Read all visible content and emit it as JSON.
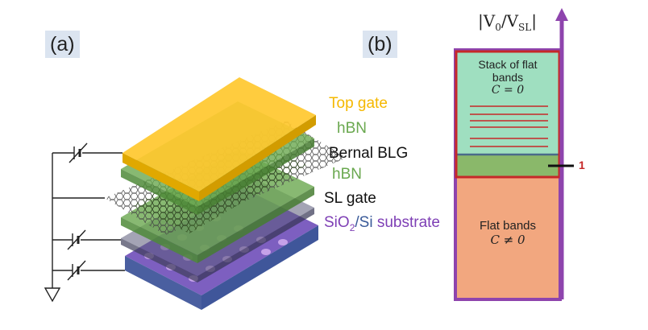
{
  "panel_a": {
    "tag": "(a)",
    "layers": {
      "top_gate": "Top gate",
      "hbn_upper": "hBN",
      "bernal_blg": "Bernal BLG",
      "hbn_lower": "hBN",
      "sl_gate": "SL gate",
      "substrate_sio": "SiO",
      "substrate_sub": "2",
      "substrate_slash": "/",
      "substrate_si": "Si",
      "substrate_rest": " substrate"
    }
  },
  "panel_b": {
    "tag": "(b)",
    "axis_label_v": "|V",
    "axis_label_0": "0",
    "axis_label_slash": "/V",
    "axis_label_sl": "SL",
    "axis_label_end": "|",
    "stack_line1": "Stack of  flat",
    "stack_line2": "bands",
    "stack_chern": "C = 0",
    "flat_line1": "Flat bands",
    "flat_chern": "C ≠ 0",
    "tick_value": "1"
  },
  "colors": {
    "top_gate": "#f5b800",
    "hbn": "#6aa84f",
    "substrate": "#7e3fb5",
    "stack_fill": "#9fdfc0",
    "flat_fill": "#f2a77f",
    "frame_red": "#c62828",
    "frame_purple": "#8e44ad",
    "tab_bg": "#dbe4f0"
  }
}
